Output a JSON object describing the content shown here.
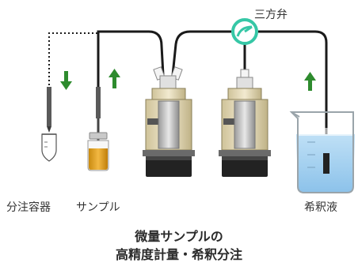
{
  "labels": {
    "valve": "三方弁",
    "dispense_container": "分注容器",
    "sample": "サンプル",
    "diluent": "希釈液"
  },
  "caption": {
    "line1": "微量サンプルの",
    "line2": "高精度計量・希釈分注"
  },
  "colors": {
    "accent_green": "#2e8b2e",
    "valve_ring": "#36c7a6",
    "tube": "#1a1a1a",
    "pump_body": "#e6dcb4",
    "liquid_blue": "#a8d0ee",
    "sample_liquid": "#e6a524"
  },
  "icons": {
    "arrow_down": "arrow-down-icon",
    "arrow_up": "arrow-up-icon"
  }
}
